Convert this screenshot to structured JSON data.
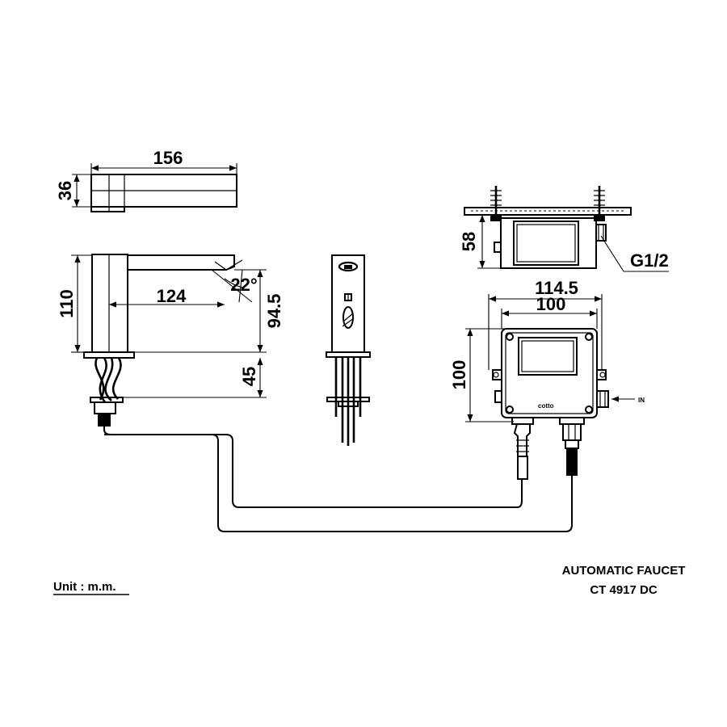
{
  "dimensions": {
    "top_length": "156",
    "top_height": "36",
    "spout_height": "110",
    "spout_reach": "124",
    "spout_angle": "22°",
    "spout_drop": "94.5",
    "shank_length": "45",
    "box_depth": "58",
    "box_outer_width": "114.5",
    "box_inner_width": "100",
    "box_height": "100"
  },
  "labels": {
    "thread": "G1/2",
    "inlet": "IN",
    "brand": "cotto",
    "unit": "Unit : m.m.",
    "title_line1": "AUTOMATIC FAUCET",
    "title_line2": "CT 4917 DC"
  }
}
